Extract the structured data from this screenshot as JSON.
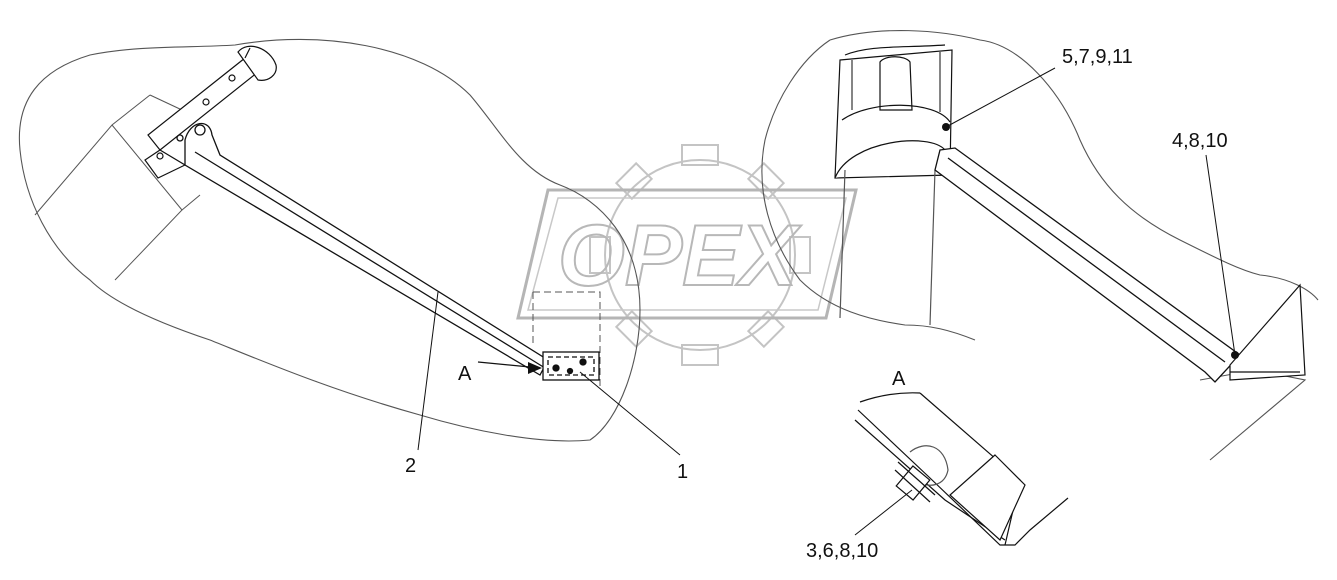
{
  "watermark": {
    "text": "OPEX",
    "color": "#bbbbbb"
  },
  "callouts": {
    "part_1": "1",
    "part_2": "2",
    "view_arrow": "A",
    "view_title": "A",
    "fasteners_top": "5,7,9,11",
    "fasteners_right": "4,8,10",
    "fasteners_detail": "3,6,8,10"
  },
  "colors": {
    "line": "#111111",
    "outline": "#555555",
    "phantom": "#888888"
  }
}
